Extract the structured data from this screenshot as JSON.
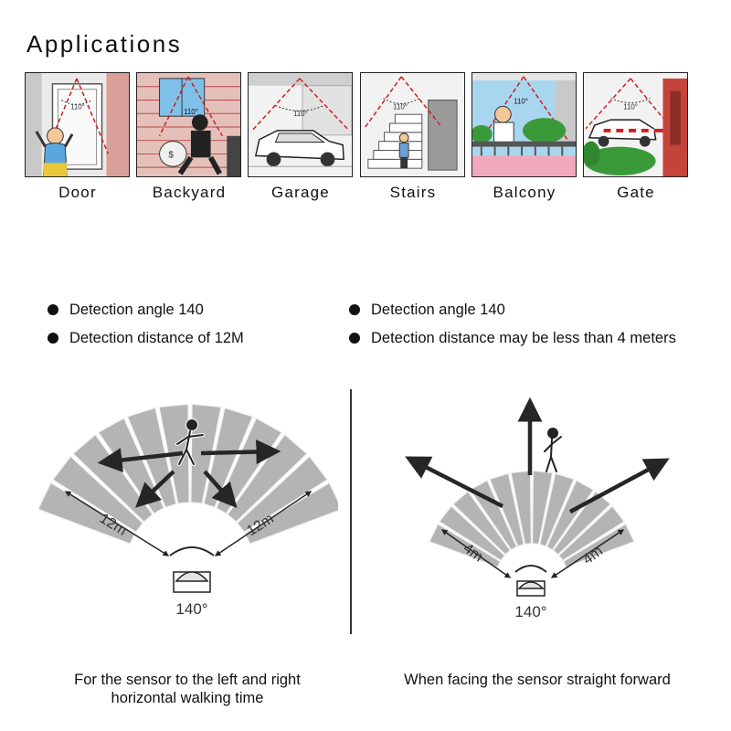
{
  "header": {
    "title": "Applications"
  },
  "applications": [
    {
      "label": "Door",
      "angle": "110°"
    },
    {
      "label": "Backyard",
      "angle": "110°"
    },
    {
      "label": "Garage",
      "angle": "110°"
    },
    {
      "label": "Stairs",
      "angle": "110°"
    },
    {
      "label": "Balcony",
      "angle": "110°"
    },
    {
      "label": "Gate",
      "angle": "110°"
    }
  ],
  "left_specs": [
    "Detection angle 140",
    "Detection distance of 12M"
  ],
  "right_specs": [
    "Detection angle 140",
    "Detection distance may be less than 4 meters"
  ],
  "left_diagram": {
    "angle_label": "140°",
    "left_distance": "12m",
    "right_distance": "12m"
  },
  "right_diagram": {
    "angle_label": "140°",
    "left_distance": "4m",
    "right_distance": "4m"
  },
  "captions": {
    "left_line1": "For the sensor to the left and right",
    "left_line2": "horizontal walking time",
    "right": "When facing the sensor straight forward"
  },
  "colors": {
    "arrow": "#262626",
    "fan_fill": "#b4b4b4",
    "detection_line": "#d11b1b",
    "hedge": "#3a9a3a",
    "brick": "#c5443a"
  }
}
